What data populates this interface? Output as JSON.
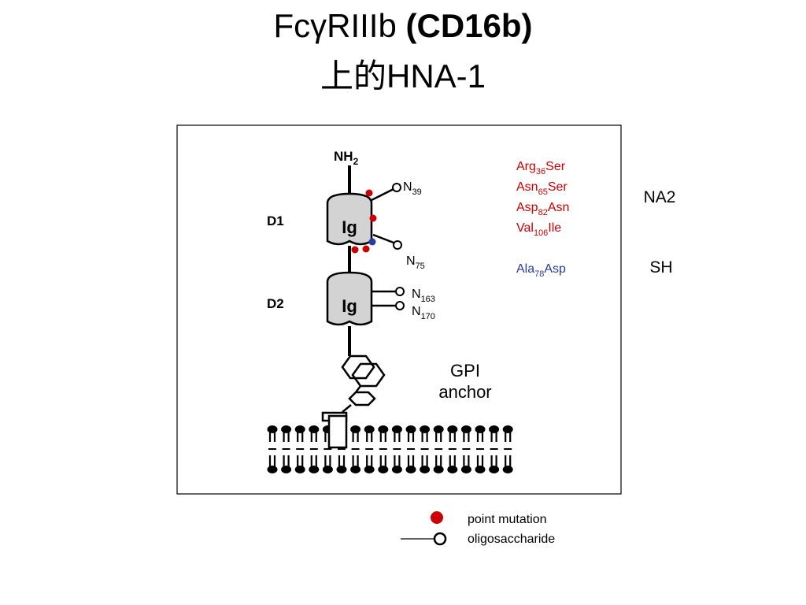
{
  "slide": {
    "title_line1_a": "FcγRIIIb ",
    "title_line1_b": "(CD16b)",
    "title_line2": "上的HNA-1"
  },
  "diagram": {
    "nh2": "NH",
    "nh2_sub": "2",
    "ig_label": "Ig",
    "domain1": "D1",
    "domain2": "D2",
    "glycan_n39": {
      "base": "N",
      "sub": "39"
    },
    "glycan_n75": {
      "base": "N",
      "sub": "75"
    },
    "glycan_n163": {
      "base": "N",
      "sub": "163"
    },
    "glycan_n170": {
      "base": "N",
      "sub": "170"
    },
    "gpi_line1": "GPI",
    "gpi_line2": "anchor",
    "mutations_na2": [
      {
        "a": "Arg",
        "pos": "36",
        "b": "Ser"
      },
      {
        "a": "Asn",
        "pos": "65",
        "b": "Ser"
      },
      {
        "a": "Asp",
        "pos": "82",
        "b": "Asn"
      },
      {
        "a": "Val",
        "pos": "106",
        "b": "Ile"
      }
    ],
    "mutation_sh": {
      "a": "Ala",
      "pos": "78",
      "b": "Asp"
    },
    "label_na2": "NA2",
    "label_sh": "SH"
  },
  "legend": {
    "point_mutation": "point mutation",
    "oligosaccharide": "oligosaccharide"
  },
  "colors": {
    "red": "#cc0000",
    "blue": "#2b3aa0",
    "ig_fill": "#d3d3d3"
  }
}
